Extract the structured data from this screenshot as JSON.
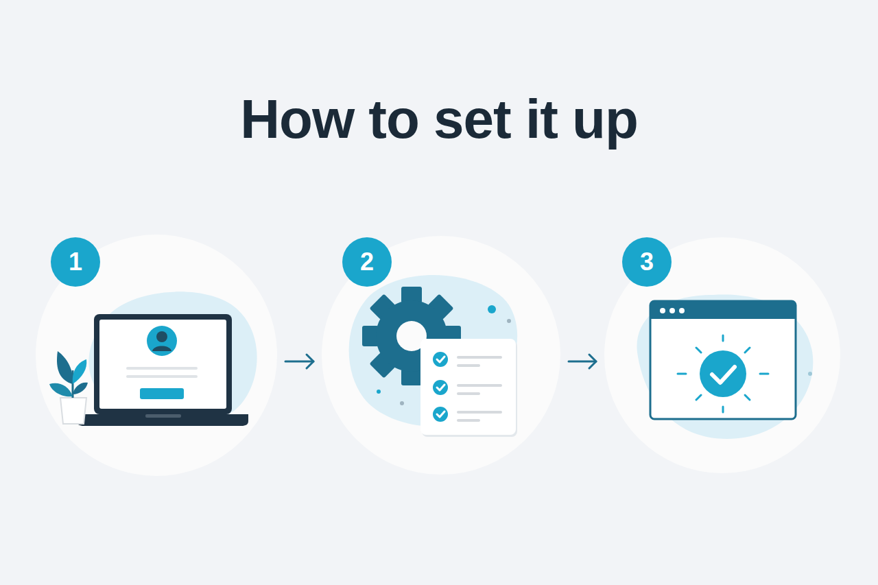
{
  "diagram": {
    "title": "How to set it up",
    "nodes": [
      {
        "text": [
          "1"
        ]
      },
      {
        "text": [
          "2"
        ]
      },
      {
        "text": [
          "3"
        ]
      }
    ],
    "edges": [
      {
        "from": 0,
        "to": 1,
        "arrow": "to"
      },
      {
        "from": 1,
        "to": 2,
        "arrow": "to"
      }
    ]
  }
}
